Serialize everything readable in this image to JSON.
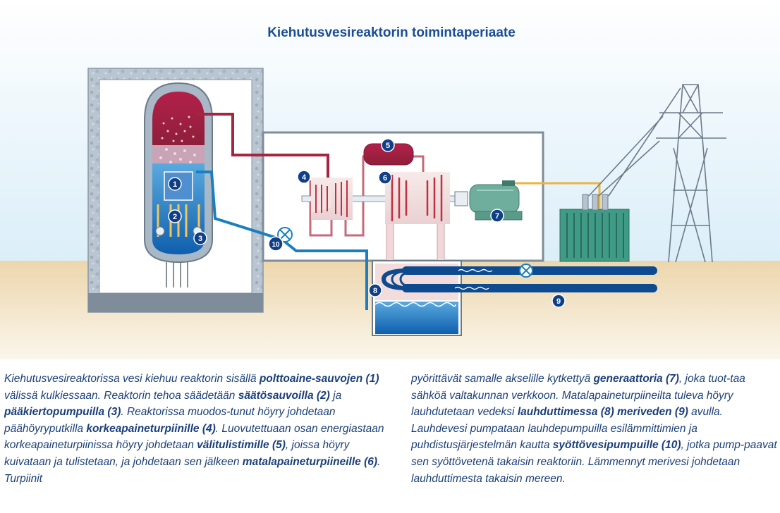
{
  "title": "Kiehutusvesireaktorin toimintaperiaate",
  "labels": {
    "n1": "1",
    "n2": "2",
    "n3": "3",
    "n4": "4",
    "n5": "5",
    "n6": "6",
    "n7": "7",
    "n8": "8",
    "n9": "9",
    "n10": "10"
  },
  "colors": {
    "steam": "#a8243f",
    "water": "#1a7fc0",
    "sea": "#0d4a8f",
    "badge": "#0f3f86",
    "title": "#1a4d96",
    "sky": "#e8f4fb",
    "ground": "#f1dfbc",
    "concrete": "#b7c3cf",
    "generator": "#6fae9d",
    "cable": "#f0b43c",
    "transformer": "#3f9b85",
    "caption": "#1a3f7a"
  },
  "icons": [
    "pump-icon",
    "wave-icon",
    "pylon-icon"
  ],
  "caption_left": [
    {
      "t": "Kiehutusvesireaktorissa vesi kiehuu reaktorin sisällä "
    },
    {
      "t": "polttoaine-sauvojen (1)",
      "b": true
    },
    {
      "t": " välissä kulkiessaan. Reaktorin tehoa säädetään "
    },
    {
      "t": "säätösauvoilla (2)",
      "b": true
    },
    {
      "t": " ja "
    },
    {
      "t": "pääkiertopumpuilla (3)",
      "b": true
    },
    {
      "t": ". Reaktorissa muodos-tunut höyry johdetaan päähöyryputkilla "
    },
    {
      "t": "korkeapaineturpiinille (4)",
      "b": true
    },
    {
      "t": ". Luovutettuaan osan energiastaan korkeapaineturpiinissa höyry johdetaan "
    },
    {
      "t": "välitulistimille (5)",
      "b": true
    },
    {
      "t": ", joissa höyry kuivataan ja tulistetaan, ja johdetaan sen jälkeen "
    },
    {
      "t": "matalapaineturpiineille (6)",
      "b": true
    },
    {
      "t": ". Turpiinit"
    }
  ],
  "caption_right": [
    {
      "t": "pyörittävät samalle akselille kytkettyä "
    },
    {
      "t": "generaattoria (7)",
      "b": true
    },
    {
      "t": ", joka tuot-taa sähköä valtakunnan verkkoon. Matalapaineturpiineilta tuleva höyry lauhdutetaan vedeksi "
    },
    {
      "t": "lauhduttimessa (8)",
      "b": true
    },
    {
      "t": " "
    },
    {
      "t": "meriveden (9)",
      "b": true
    },
    {
      "t": " avulla. Lauhdevesi pumpataan lauhdepumpuilla esilämmittimien ja puhdistusjärjestelmän kautta "
    },
    {
      "t": "syöttövesipumpuille (10)",
      "b": true
    },
    {
      "t": ", jotka pump-paavat sen syöttövetenä takaisin reaktoriin. Lämmennyt merivesi johdetaan lauhduttimesta takaisin mereen."
    }
  ]
}
